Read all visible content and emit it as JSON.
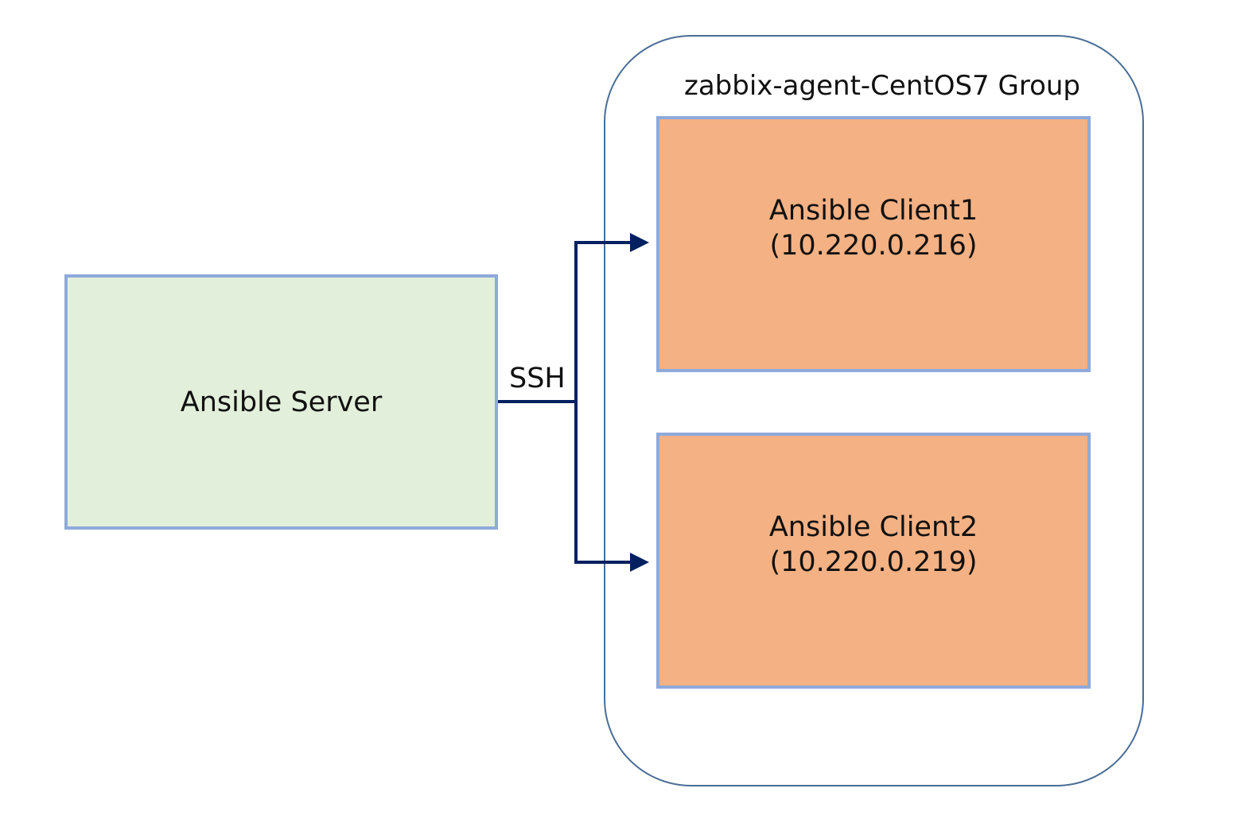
{
  "group": {
    "title": "zabbix-agent-CentOS7 Group"
  },
  "server": {
    "label": "Ansible Server"
  },
  "connection": {
    "label": "SSH",
    "color": "#002060"
  },
  "clients": [
    {
      "name": "Ansible Client1",
      "ip": "(10.220.0.216)"
    },
    {
      "name": "Ansible Client2",
      "ip": "(10.220.0.219)"
    }
  ],
  "colors": {
    "server_fill": "#e2efda",
    "client_fill": "#f4b183",
    "node_border": "#8eaadb",
    "group_border": "#4a6d96"
  }
}
